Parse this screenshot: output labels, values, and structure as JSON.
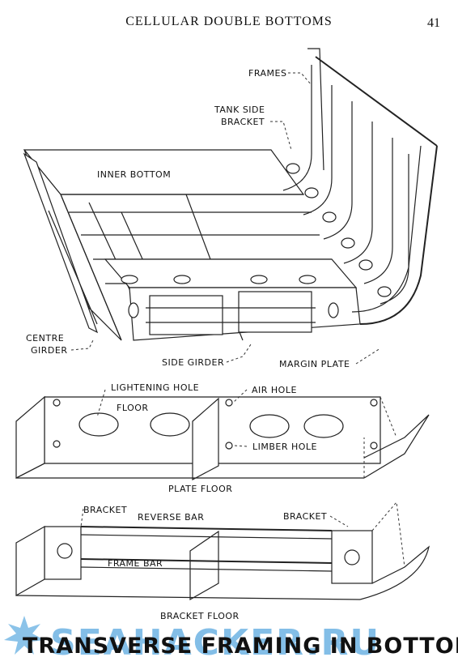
{
  "header": {
    "title": "CELLULAR DOUBLE BOTTOMS",
    "page_number": "41"
  },
  "labels": {
    "frames": "FRAMES",
    "tank_side_bracket_1": "TANK SIDE",
    "tank_side_bracket_2": "BRACKET",
    "inner_bottom": "INNER BOTTOM",
    "centre_girder_1": "CENTRE",
    "centre_girder_2": "GIRDER",
    "side_girder": "SIDE GIRDER",
    "margin_plate": "MARGIN PLATE",
    "lightening_hole": "LIGHTENING HOLE",
    "air_hole": "AIR HOLE",
    "floor": "FLOOR",
    "limber_hole": "LIMBER HOLE",
    "plate_floor": "PLATE FLOOR",
    "bracket_left": "BRACKET",
    "reverse_bar": "REVERSE BAR",
    "bracket_right": "BRACKET",
    "frame_bar": "FRAME BAR",
    "bracket_floor": "BRACKET FLOOR"
  },
  "caption": "TRANSVERSE FRAMING IN BOTTOM",
  "watermark": "SEAHACKER.RU"
}
